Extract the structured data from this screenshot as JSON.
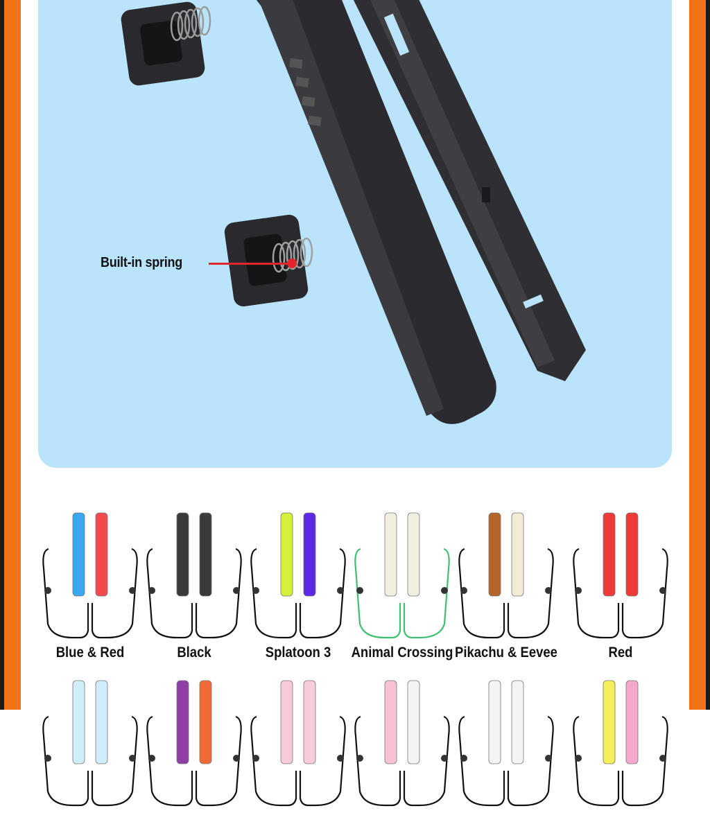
{
  "callout": {
    "label": "Built-in spring"
  },
  "colors": {
    "frame": "#f07318",
    "hero_background": "#bae4fb",
    "callout": "#e3252e",
    "shell": "#2d2d31"
  },
  "variants": [
    {
      "label": "Blue & Red",
      "left": "#3aa8f0",
      "right": "#f24b4b",
      "strap": "#111111"
    },
    {
      "label": "Black",
      "left": "#3a3a3a",
      "right": "#3a3a3a",
      "strap": "#111111"
    },
    {
      "label": "Splatoon 3",
      "left": "#d6f03a",
      "right": "#5a2ae6",
      "strap": "#111111"
    },
    {
      "label": "Animal Crossing",
      "left": "#f2efe0",
      "right": "#f2efe0",
      "strap": "#3fbf6f"
    },
    {
      "label": "Pikachu & Eevee",
      "left": "#b5642a",
      "right": "#f3ecd2",
      "strap": "#111111"
    },
    {
      "label": "Red",
      "left": "#ef3a3a",
      "right": "#ef3a3a",
      "strap": "#111111"
    }
  ],
  "variants_row2": [
    {
      "left": "#cfeefa",
      "right": "#cfeefa"
    },
    {
      "left": "#8e3fa5",
      "right": "#f06a35"
    },
    {
      "left": "#f7cbd8",
      "right": "#f7cbd8"
    },
    {
      "left": "#f7c2d6",
      "right": "#f4f4f4"
    },
    {
      "left": "#f4f4f4",
      "right": "#f4f4f4"
    },
    {
      "left": "#f6ef5c",
      "right": "#f4a9cc"
    }
  ]
}
